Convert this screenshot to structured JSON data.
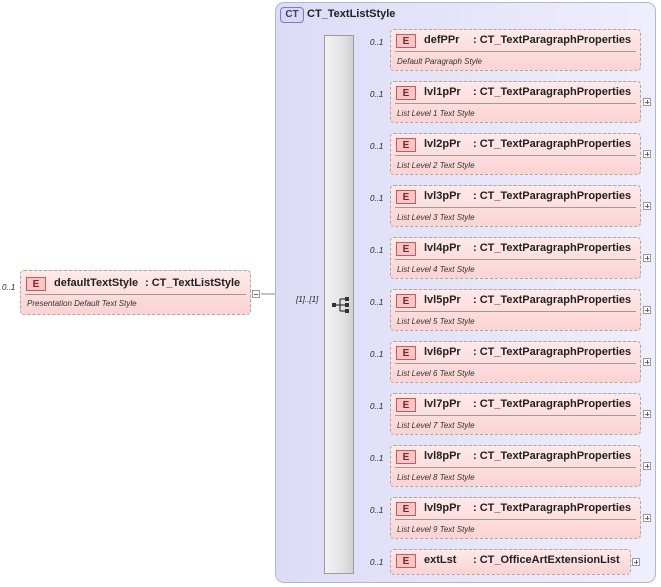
{
  "root": {
    "occurrence": "0..1",
    "badge": "E",
    "name": "defaultTextStyle",
    "type": ": CT_TextListStyle",
    "documentation": "Presentation Default Text Style"
  },
  "complex_type": {
    "badge": "CT",
    "name": "CT_TextListStyle"
  },
  "sequence": {
    "occurrence": "[1]..[1]"
  },
  "children": [
    {
      "occurrence": "0..1",
      "badge": "E",
      "name": "defPPr",
      "type": ": CT_TextParagraphProperties",
      "documentation": "Default Paragraph Style",
      "expander": false
    },
    {
      "occurrence": "0..1",
      "badge": "E",
      "name": "lvl1pPr",
      "type": ": CT_TextParagraphProperties",
      "documentation": "List Level 1 Text Style",
      "expander": true
    },
    {
      "occurrence": "0..1",
      "badge": "E",
      "name": "lvl2pPr",
      "type": ": CT_TextParagraphProperties",
      "documentation": "List Level 2 Text Style",
      "expander": true
    },
    {
      "occurrence": "0..1",
      "badge": "E",
      "name": "lvl3pPr",
      "type": ": CT_TextParagraphProperties",
      "documentation": "List Level 3 Text Style",
      "expander": true
    },
    {
      "occurrence": "0..1",
      "badge": "E",
      "name": "lvl4pPr",
      "type": ": CT_TextParagraphProperties",
      "documentation": "List Level 4 Text Style",
      "expander": true
    },
    {
      "occurrence": "0..1",
      "badge": "E",
      "name": "lvl5pPr",
      "type": ": CT_TextParagraphProperties",
      "documentation": "List Level 5 Text Style",
      "expander": true
    },
    {
      "occurrence": "0..1",
      "badge": "E",
      "name": "lvl6pPr",
      "type": ": CT_TextParagraphProperties",
      "documentation": "List Level 6 Text Style",
      "expander": true
    },
    {
      "occurrence": "0..1",
      "badge": "E",
      "name": "lvl7pPr",
      "type": ": CT_TextParagraphProperties",
      "documentation": "List Level 7 Text Style",
      "expander": true
    },
    {
      "occurrence": "0..1",
      "badge": "E",
      "name": "lvl8pPr",
      "type": ": CT_TextParagraphProperties",
      "documentation": "List Level 8 Text Style",
      "expander": true
    },
    {
      "occurrence": "0..1",
      "badge": "E",
      "name": "lvl9pPr",
      "type": ": CT_TextParagraphProperties",
      "documentation": "List Level 9 Text Style",
      "expander": true
    },
    {
      "occurrence": "0..1",
      "badge": "E",
      "name": "extLst",
      "type": ": CT_OfficeArtExtensionList",
      "documentation": "",
      "expander": true
    }
  ]
}
